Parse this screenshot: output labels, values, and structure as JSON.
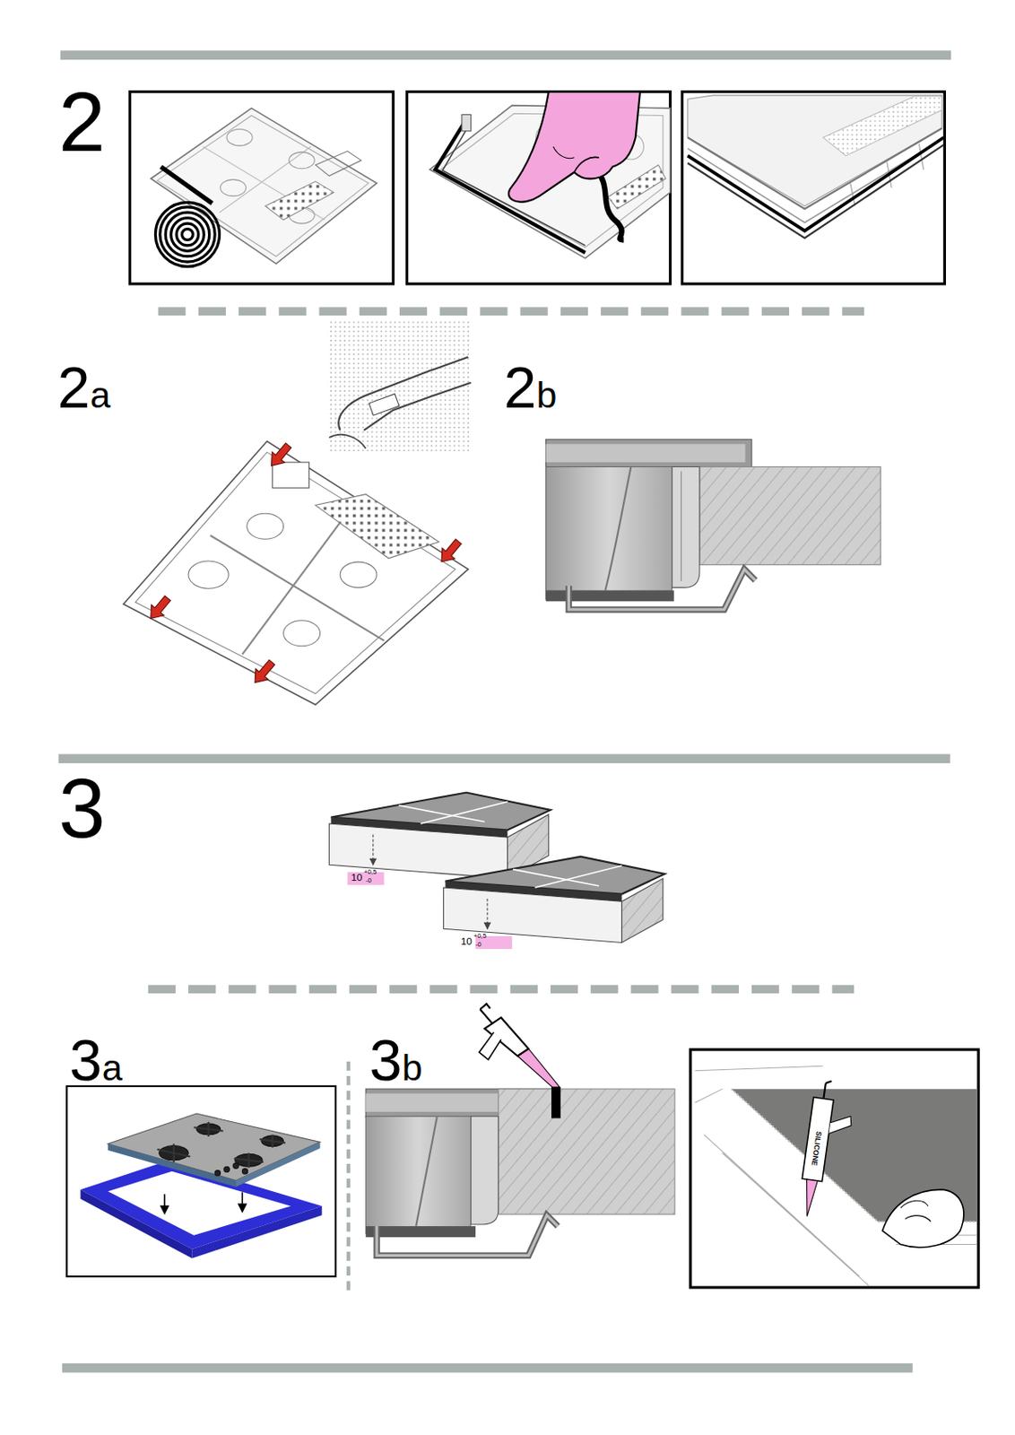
{
  "diagram": {
    "labels": [
      "2",
      "2a",
      "2b",
      "3",
      "10",
      "+0,5",
      "-0",
      "10",
      "+0,5",
      "-0",
      "3a",
      "3b",
      "SILICONE"
    ]
  }
}
